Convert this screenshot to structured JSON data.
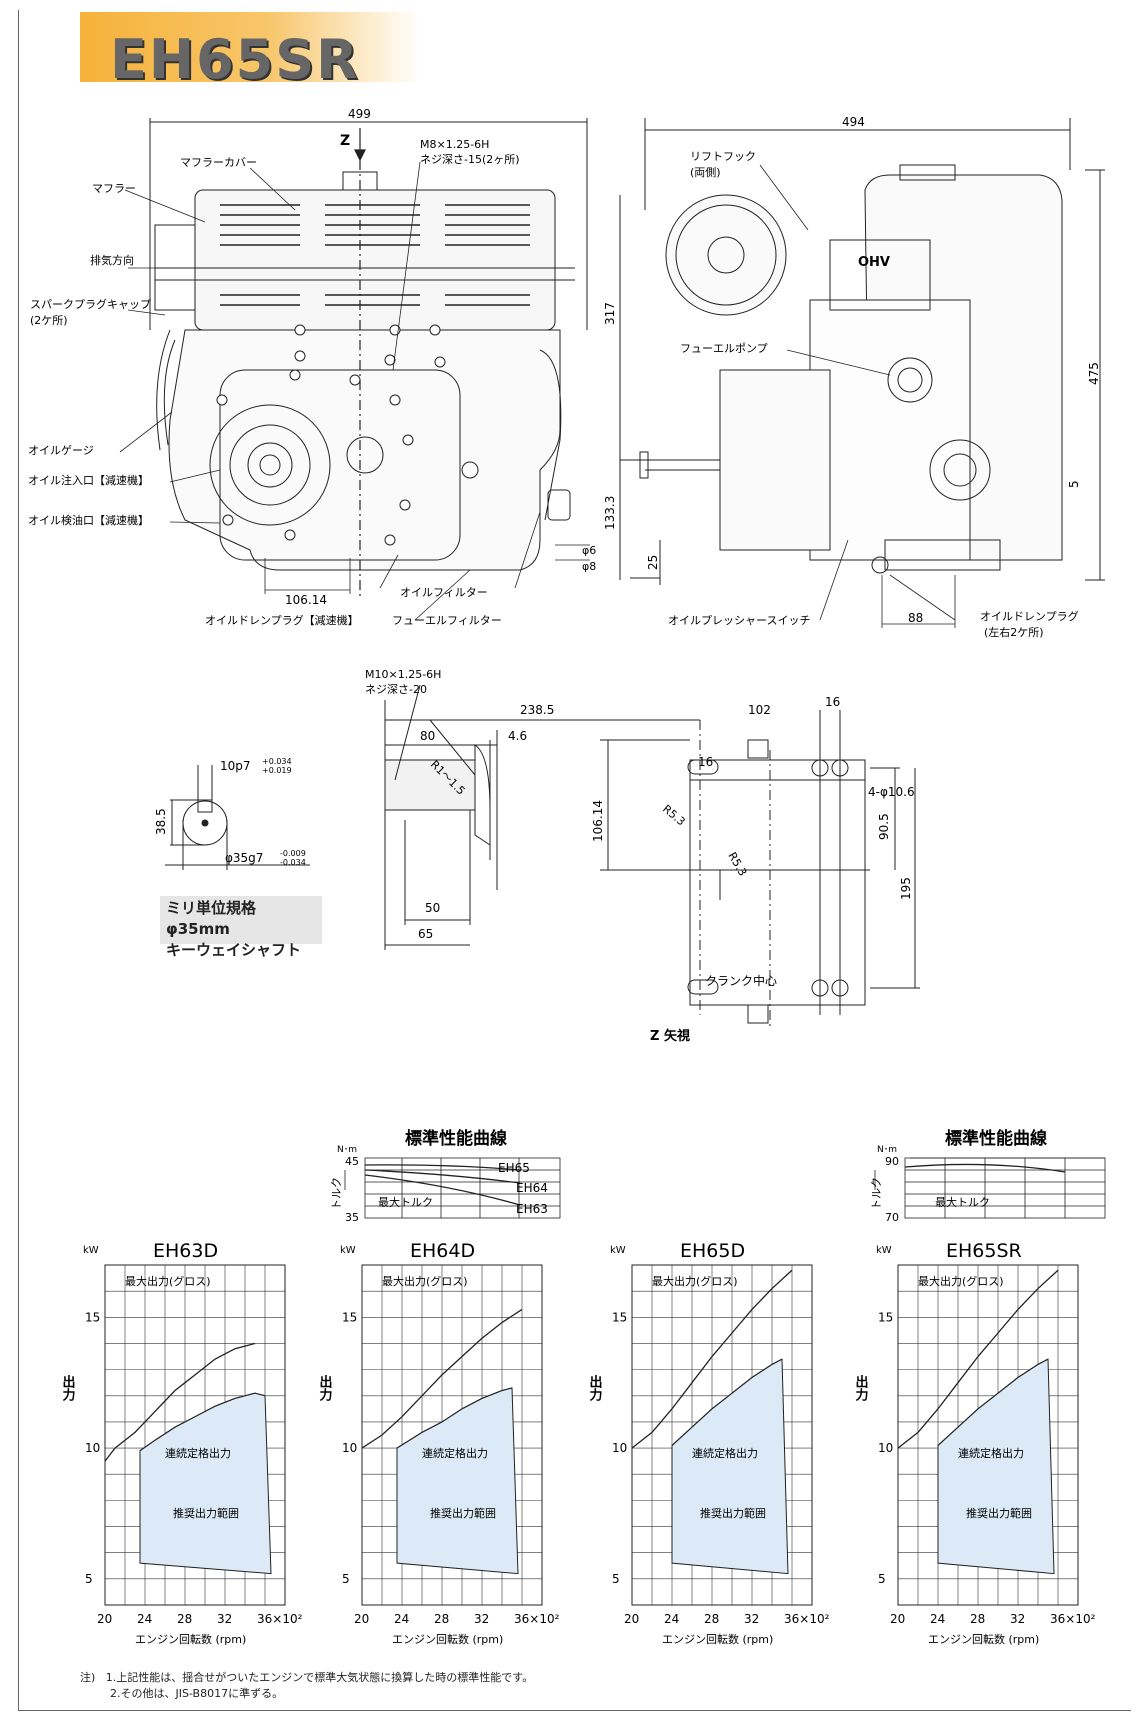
{
  "title": "EH65SR",
  "front_view": {
    "dim_width": "499",
    "z_arrow": "Z",
    "muffler_cover": "マフラーカバー",
    "muffler": "マフラー",
    "exhaust_direction": "排気方向",
    "spark_plug_cap": "スパークプラグキャップ",
    "spark_plug_cap_note": "(2ケ所)",
    "thread_spec": "M8×1.25-6H",
    "thread_depth": "ネジ深さ-15(2ヶ所)",
    "oil_gauge": "オイルゲージ",
    "oil_fill_port": "オイル注入口【減速機】",
    "oil_check_port": "オイル検油口【減速機】",
    "dim_106_14": "106.14",
    "oil_filter": "オイルフィルター",
    "oil_drain_plug_reducer": "オイルドレンプラグ【減速機】",
    "fuel_filter": "フューエルフィルター",
    "dim_phi6": "φ6",
    "dim_phi8": "φ8"
  },
  "side_view": {
    "dim_width": "494",
    "lift_hook": "リフトフック",
    "lift_hook_note": "(両側)",
    "dim_317": "317",
    "dim_475": "475",
    "fuel_pump": "フューエルポンプ",
    "dim_133_3": "133.3",
    "dim_5": "5",
    "dim_25": "25",
    "oil_pressure_switch": "オイルプレッシャースイッチ",
    "dim_88": "88",
    "oil_drain_plug": "オイルドレンプラグ",
    "oil_drain_plug_note": "(左右2ケ所)",
    "ohv_label": "OHV"
  },
  "shaft_view": {
    "thread_spec": "M10×1.25-6H",
    "thread_depth": "ネジ深さ-20",
    "dim_238_5": "238.5",
    "dim_102": "102",
    "dim_16a": "16",
    "dim_80": "80",
    "dim_4_6": "4.6",
    "dim_16b": "16",
    "radius_r1_1_5": "R1～1.5",
    "dim_4_phi10_6": "4-φ10.6",
    "radius_r5_3a": "R5.3",
    "radius_r5_3b": "R5.3",
    "dim_106_14": "106.14",
    "dim_90_5": "90.5",
    "dim_50": "50",
    "dim_65": "65",
    "dim_195": "195",
    "crank_center": "クランク中心",
    "z_view": "Z 矢視"
  },
  "key_view": {
    "key_width": "10p7",
    "key_tol_upper": "+0.034",
    "key_tol_lower": "+0.019",
    "dim_38_5": "38.5",
    "shaft_dia": "φ35g7",
    "shaft_tol_upper": "-0.009",
    "shaft_tol_lower": "-0.034",
    "spec_line1": "ミリ単位規格 φ35mm",
    "spec_line2": "キーウェイシャフト"
  },
  "torque_left": {
    "title": "標準性能曲線",
    "unit": "N･m",
    "y_label": "トルク",
    "y_ticks": [
      "45",
      "35"
    ],
    "max_torque": "最大トルク",
    "series": [
      "EH65",
      "EH64",
      "EH63"
    ]
  },
  "torque_right": {
    "title": "標準性能曲線",
    "unit": "N･m",
    "y_label": "トルク",
    "y_ticks": [
      "90",
      "70"
    ],
    "max_torque": "最大トルク"
  },
  "chart_data": [
    {
      "type": "area",
      "title": "EH63D",
      "ylabel": "出力",
      "y_unit": "kW",
      "xlabel": "エンジン回転数 (rpm)",
      "x_ticks": [
        "20",
        "24",
        "28",
        "32",
        "36×10²"
      ],
      "y_ticks": [
        "15",
        "10",
        "5"
      ],
      "xlim": [
        20,
        38
      ],
      "ylim": [
        4,
        17
      ],
      "labels": {
        "max": "最大出力(グロス)",
        "continuous": "連続定格出力",
        "range": "推奨出力範囲"
      },
      "series": [
        {
          "name": "最大出力(グロス)",
          "x": [
            20,
            21,
            22,
            23,
            24,
            25,
            26,
            27,
            28,
            29,
            30,
            31,
            32,
            33,
            34,
            35
          ],
          "y": [
            9.5,
            10.0,
            10.3,
            10.6,
            11.0,
            11.4,
            11.8,
            12.2,
            12.5,
            12.8,
            13.1,
            13.4,
            13.6,
            13.8,
            13.9,
            14.0
          ]
        },
        {
          "name": "連続定格出力",
          "x": [
            23.5,
            25,
            27,
            29,
            31,
            33,
            35,
            36
          ],
          "y": [
            9.9,
            10.3,
            10.8,
            11.2,
            11.6,
            11.9,
            12.1,
            12.0
          ]
        }
      ]
    },
    {
      "type": "area",
      "title": "EH64D",
      "ylabel": "出力",
      "y_unit": "kW",
      "xlabel": "エンジン回転数 (rpm)",
      "x_ticks": [
        "20",
        "24",
        "28",
        "32",
        "36×10²"
      ],
      "y_ticks": [
        "15",
        "10",
        "5"
      ],
      "xlim": [
        20,
        38
      ],
      "ylim": [
        4,
        17
      ],
      "labels": {
        "max": "最大出力(グロス)",
        "continuous": "連続定格出力",
        "range": "推奨出力範囲"
      },
      "series": [
        {
          "name": "最大出力(グロス)",
          "x": [
            20,
            22,
            24,
            26,
            28,
            30,
            32,
            34,
            36
          ],
          "y": [
            10.0,
            10.5,
            11.2,
            12.0,
            12.8,
            13.5,
            14.2,
            14.8,
            15.3
          ]
        },
        {
          "name": "連続定格出力",
          "x": [
            23.5,
            26,
            28,
            30,
            32,
            34,
            35
          ],
          "y": [
            10.0,
            10.6,
            11.0,
            11.5,
            11.9,
            12.2,
            12.3
          ]
        }
      ]
    },
    {
      "type": "area",
      "title": "EH65D",
      "ylabel": "出力",
      "y_unit": "kW",
      "xlabel": "エンジン回転数 (rpm)",
      "x_ticks": [
        "20",
        "24",
        "28",
        "32",
        "36×10²"
      ],
      "y_ticks": [
        "15",
        "10",
        "5"
      ],
      "xlim": [
        20,
        38
      ],
      "ylim": [
        4,
        17
      ],
      "labels": {
        "max": "最大出力(グロス)",
        "continuous": "連続定格出力",
        "range": "推奨出力範囲"
      },
      "series": [
        {
          "name": "最大出力(グロス)",
          "x": [
            20,
            22,
            24,
            26,
            28,
            30,
            32,
            34,
            36
          ],
          "y": [
            10.0,
            10.6,
            11.5,
            12.5,
            13.5,
            14.4,
            15.3,
            16.1,
            16.8
          ]
        },
        {
          "name": "連続定格出力",
          "x": [
            24,
            26,
            28,
            30,
            32,
            34,
            35
          ],
          "y": [
            10.1,
            10.8,
            11.5,
            12.1,
            12.7,
            13.2,
            13.4
          ]
        }
      ]
    },
    {
      "type": "area",
      "title": "EH65SR",
      "ylabel": "出力",
      "y_unit": "kW",
      "xlabel": "エンジン回転数 (rpm)",
      "x_ticks": [
        "20",
        "24",
        "28",
        "32",
        "36×10²"
      ],
      "y_ticks": [
        "15",
        "10",
        "5"
      ],
      "xlim": [
        20,
        38
      ],
      "ylim": [
        4,
        17
      ],
      "labels": {
        "max": "最大出力(グロス)",
        "continuous": "連続定格出力",
        "range": "推奨出力範囲"
      },
      "series": [
        {
          "name": "最大出力(グロス)",
          "x": [
            20,
            22,
            24,
            26,
            28,
            30,
            32,
            34,
            36
          ],
          "y": [
            10.0,
            10.6,
            11.5,
            12.5,
            13.5,
            14.4,
            15.3,
            16.1,
            16.8
          ]
        },
        {
          "name": "連続定格出力",
          "x": [
            24,
            26,
            28,
            30,
            32,
            34,
            35
          ],
          "y": [
            10.1,
            10.8,
            11.5,
            12.1,
            12.7,
            13.2,
            13.4
          ]
        }
      ]
    }
  ],
  "notes": {
    "prefix": "注)",
    "line1": "1.上記性能は、揺合せがついたエンジンで標準大気状態に換算した時の標準性能です。",
    "line2": "2.その他は、JIS-B8017に準ずる。"
  },
  "colors": {
    "accent": "#f6b23a",
    "chart_fill": "#dbeaf6",
    "line": "#222222"
  }
}
